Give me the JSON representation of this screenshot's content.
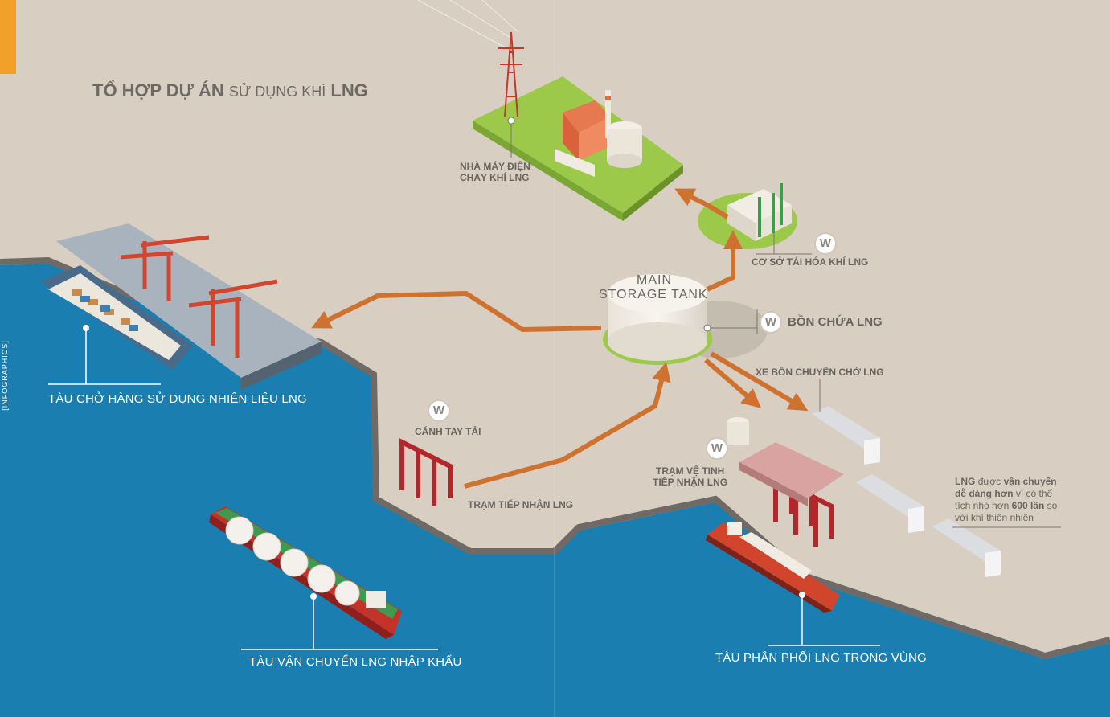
{
  "title": {
    "part1": "TỔ HỢP DỰ ÁN",
    "part2": "SỬ DỤNG KHÍ",
    "part3": "LNG"
  },
  "side_tag": "[INFOGRAPHICS]",
  "badge_letter": "W",
  "tank": {
    "line1": "MAIN",
    "line2": "STORAGE TANK"
  },
  "labels": {
    "power_plant_line1": "NHÀ MÁY ĐIỆN",
    "power_plant_line2": "CHẠY KHÍ LNG",
    "regas": "CƠ SỞ TÁI HÓA KHÍ LNG",
    "storage": "BỒN CHỨA LNG",
    "tanker_trucks": "XE BỒN CHUYÊN CHỞ LNG",
    "loading_arm": "CÁNH TAY TẢI",
    "receiving_station": "TRẠM TIẾP NHẬN LNG",
    "satellite_line1": "TRẠM VỆ TINH",
    "satellite_line2": "TIẾP NHẬN LNG",
    "cargo_ship": "TÀU CHỞ HÀNG SỬ DỤNG NHIÊN LIỆU LNG",
    "import_carrier": "TÀU VẬN CHUYỂN LNG NHẬP KHẨU",
    "regional_ship": "TÀU PHÂN PHỐI LNG TRONG VÙNG"
  },
  "note": {
    "line1_a": "LNG",
    "line1_b": "được",
    "line1_c": "vận chuyển",
    "line2_a": "dễ dàng hơn",
    "line2_b": "vì có thể",
    "line3_a": "tích nhỏ hơn",
    "line3_b": "600 lần",
    "line3_c": "so",
    "line4": "với khí thiên nhiên"
  },
  "colors": {
    "land": "#d8cfc2",
    "sea": "#1a7fb0",
    "sea_dark": "#136a95",
    "arrow": "#d0722f",
    "crane": "#d2452e",
    "arm": "#b3262a",
    "grass": "#9cc94a",
    "tank": "#f1ece3",
    "accent": "#f1a12a"
  }
}
